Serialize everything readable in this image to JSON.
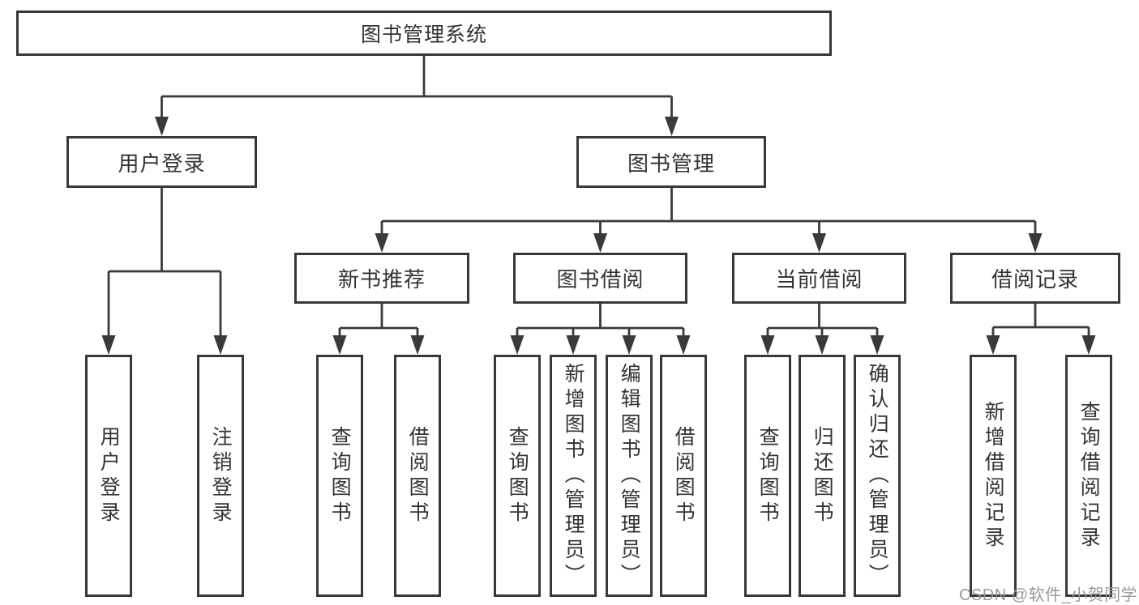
{
  "diagram": {
    "root": {
      "label": "图书管理系统"
    },
    "branches": [
      {
        "label": "用户登录",
        "children": [
          {
            "label": "用户登录"
          },
          {
            "label": "注销登录"
          }
        ]
      },
      {
        "label": "图书管理",
        "groups": [
          {
            "label": "新书推荐",
            "children": [
              {
                "label": "查询图书"
              },
              {
                "label": "借阅图书"
              }
            ]
          },
          {
            "label": "图书借阅",
            "children": [
              {
                "label": "查询图书"
              },
              {
                "label": "新增图书（管理员）"
              },
              {
                "label": "编辑图书（管理员）"
              },
              {
                "label": "借阅图书"
              }
            ]
          },
          {
            "label": "当前借阅",
            "children": [
              {
                "label": "查询图书"
              },
              {
                "label": "归还图书"
              },
              {
                "label": "确认归还（管理员）"
              }
            ]
          },
          {
            "label": "借阅记录",
            "children": [
              {
                "label": "新增借阅记录"
              },
              {
                "label": "查询借阅记录"
              }
            ]
          }
        ]
      }
    ]
  },
  "watermark": {
    "text": "CSDN @软件_小贺同学"
  },
  "colors": {
    "line": "#3a3a3a",
    "box_border": "#383838",
    "text": "#333333",
    "watermark": "#9b9998",
    "background": "#ffffff"
  }
}
